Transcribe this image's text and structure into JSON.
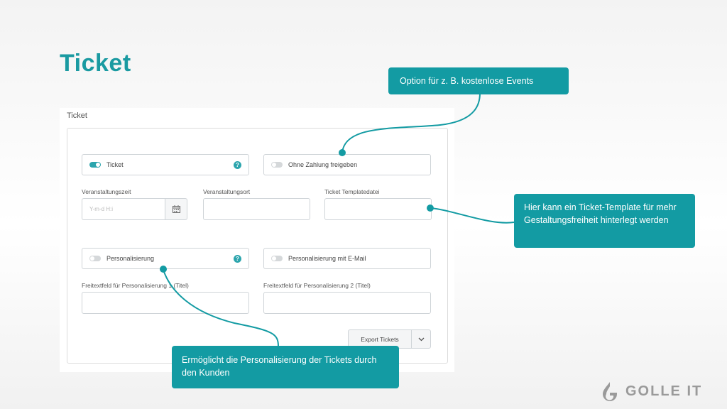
{
  "page": {
    "title": "Ticket"
  },
  "section": {
    "heading": "Ticket"
  },
  "toggles": {
    "ticket": {
      "label": "Ticket",
      "state": "on"
    },
    "ohne_zahlung": {
      "label": "Ohne Zahlung freigeben",
      "state": "off"
    },
    "personalisierung": {
      "label": "Personalisierung",
      "state": "off"
    },
    "personalisierung_email": {
      "label": "Personalisierung mit E-Mail",
      "state": "off"
    }
  },
  "fields": {
    "veranstaltungszeit": {
      "label": "Veranstaltungszeit",
      "placeholder": "Y-m-d H:i"
    },
    "veranstaltungsort": {
      "label": "Veranstaltungsort",
      "value": ""
    },
    "ticket_template": {
      "label": "Ticket Templatedatei",
      "value": ""
    },
    "freitext1": {
      "label": "Freitextfeld für Personalisierung 1 (Titel)",
      "value": ""
    },
    "freitext2": {
      "label": "Freitextfeld für Personalisierung 2 (Titel)",
      "value": ""
    }
  },
  "help_icon": "?",
  "buttons": {
    "export": "Export Tickets"
  },
  "callouts": {
    "ohne_zahlung": "Option für z. B. kostenlose Events",
    "template": "Hier kann ein Ticket-Template für mehr Gestaltungsfreiheit hinterlegt werden",
    "personalisierung": "Ermöglicht die Personalisierung der Tickets durch den Kunden"
  },
  "brand": {
    "name": "GOLLE IT"
  },
  "colors": {
    "accent": "#139ba3",
    "title": "#1a9aa1",
    "brand": "#9a9a9a"
  },
  "icons": [
    "help-icon",
    "calendar-icon",
    "chevron-down-icon",
    "golle-logo-icon"
  ]
}
